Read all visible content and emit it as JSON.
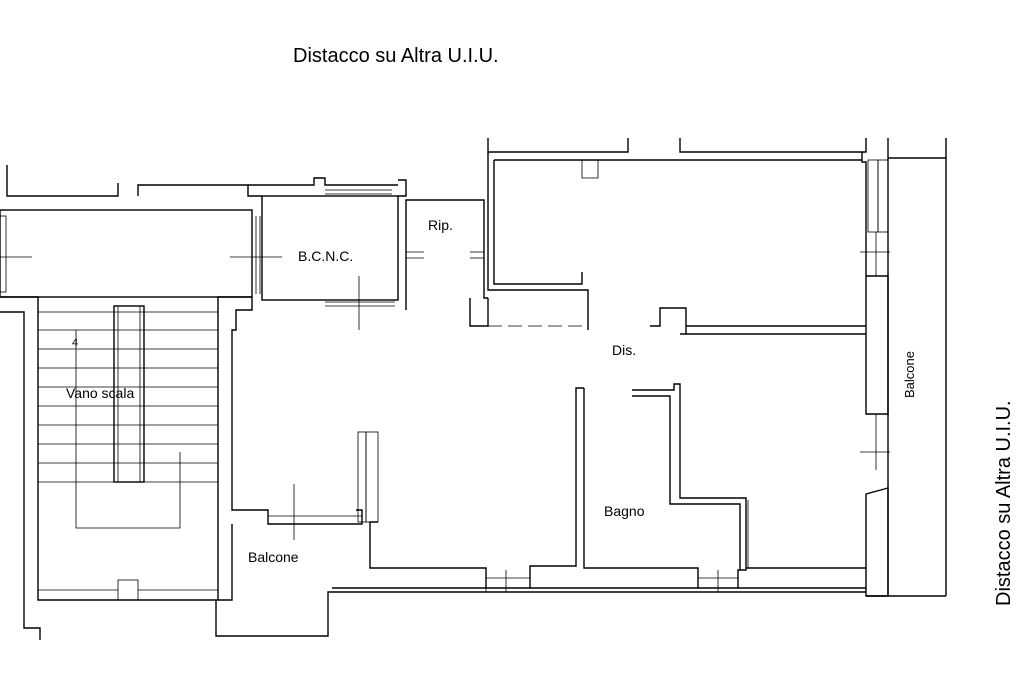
{
  "top_note": "Distacco su Altra U.I.U.",
  "side_note": "Distacco su Altra U.I.U.",
  "rooms": {
    "bcnc": "B.C.N.C.",
    "rip": "Rip.",
    "dis": "Dis.",
    "vano_scala": "Vano scala",
    "bagno": "Bagno",
    "balcone_bottom": "Balcone",
    "balcone_right": "Balcone",
    "stair_number": "4"
  }
}
